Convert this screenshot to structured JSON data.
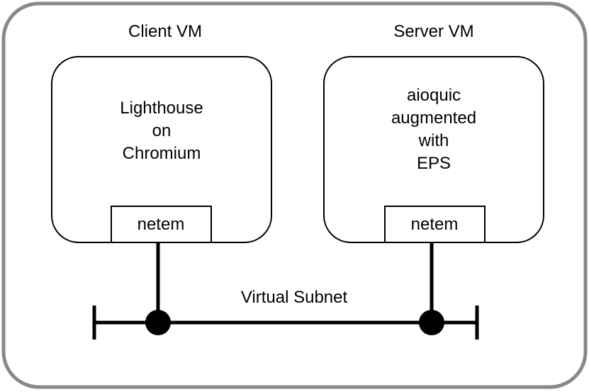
{
  "client_vm": {
    "title": "Client VM",
    "app_lines": [
      "Lighthouse",
      "on",
      "Chromium"
    ],
    "netem_label": "netem"
  },
  "server_vm": {
    "title": "Server VM",
    "app_lines": [
      "aioquic",
      "augmented",
      "with",
      "EPS"
    ],
    "netem_label": "netem"
  },
  "network": {
    "label": "Virtual Subnet"
  },
  "colors": {
    "outer_border": "#888888",
    "line": "#000000",
    "background": "#ffffff"
  }
}
